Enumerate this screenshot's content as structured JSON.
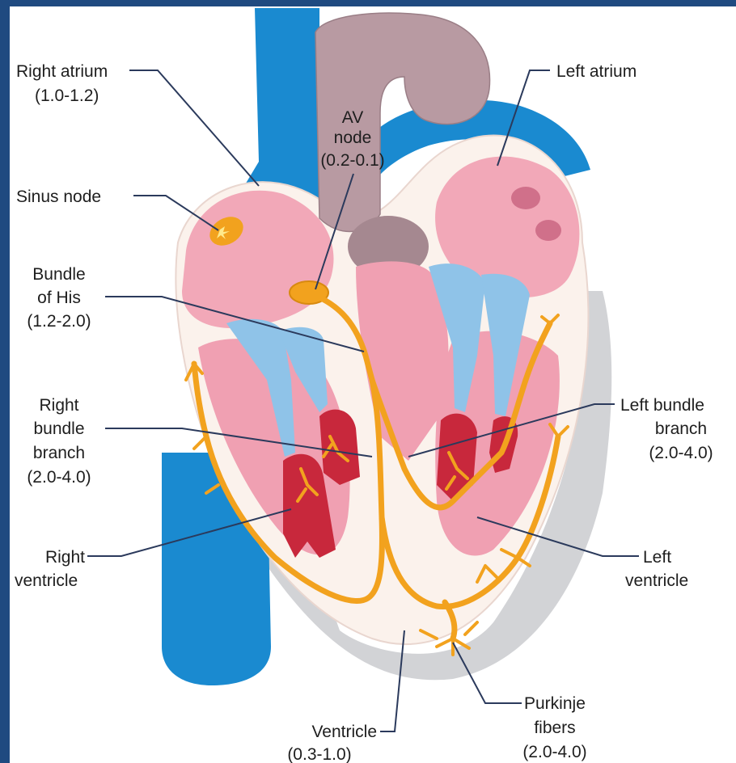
{
  "labels": {
    "right_atrium": {
      "name": "Right atrium",
      "value": "(1.0-1.2)"
    },
    "left_atrium": {
      "name": "Left atrium"
    },
    "av_node": {
      "line1": "AV",
      "line2": "node",
      "value": "(0.2-0.1)"
    },
    "sinus_node": {
      "name": "Sinus node"
    },
    "bundle_of_his": {
      "line1": "Bundle",
      "line2": "of His",
      "value": "(1.2-2.0)"
    },
    "right_bundle_branch": {
      "line1": "Right",
      "line2": "bundle",
      "line3": "branch",
      "value": "(2.0-4.0)"
    },
    "left_bundle_branch": {
      "line1": "Left bundle",
      "line2": "branch",
      "value": "(2.0-4.0)"
    },
    "right_ventricle": {
      "line1": "Right",
      "line2": "ventricle"
    },
    "left_ventricle": {
      "line1": "Left",
      "line2": "ventricle"
    },
    "ventricle": {
      "name": "Ventricle",
      "value": "(0.3-1.0)"
    },
    "purkinje_fibers": {
      "line1": "Purkinje",
      "line2": "fibers",
      "value": "(2.0-4.0)"
    }
  },
  "colors": {
    "frame": "#1f4a80",
    "vessel_blue": "#1a8ad0",
    "aorta": "#b89aa2",
    "chamber_pink": "#f2a8b8",
    "muscle_red": "#c8283c",
    "conduction_orange": "#f2a21e",
    "valve_blue": "#8fc3e8",
    "wall_cream": "#fbf2ec"
  }
}
